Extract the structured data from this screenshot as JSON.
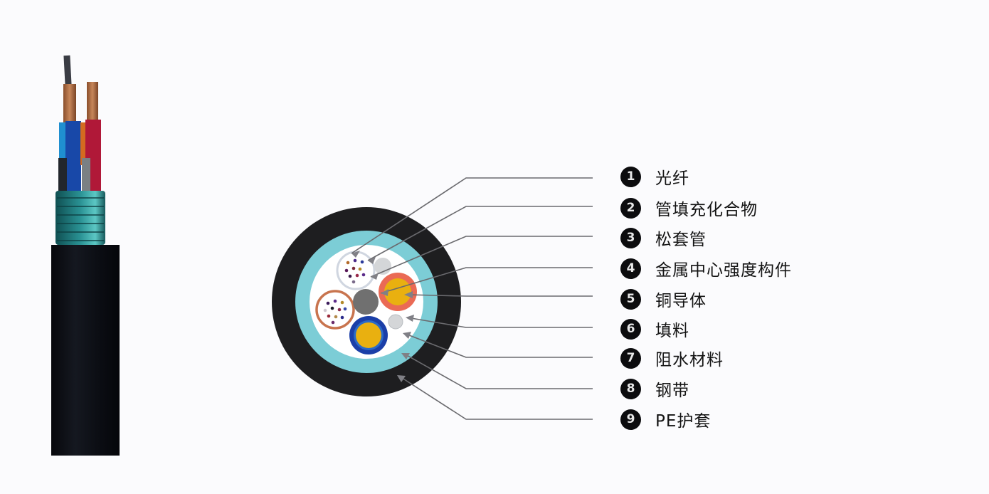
{
  "diagram": {
    "type": "cable cross-section with callouts",
    "legend": [
      {
        "number": "1",
        "label": "光纤"
      },
      {
        "number": "2",
        "label": "管填充化合物"
      },
      {
        "number": "3",
        "label": "松套管"
      },
      {
        "number": "4",
        "label": "金属中心强度构件"
      },
      {
        "number": "5",
        "label": "铜导体"
      },
      {
        "number": "6",
        "label": "填料"
      },
      {
        "number": "7",
        "label": "阻水材料"
      },
      {
        "number": "8",
        "label": "钢带"
      },
      {
        "number": "9",
        "label": "PE护套"
      }
    ],
    "colors": {
      "background": "#fbfbfd",
      "pe_sheath": "#1e1e20",
      "steel_tape": "#7ccdd6",
      "water_blocking": "#ffffff",
      "loose_tube_white": "#d8dde6",
      "loose_tube_orange": "#c8744e",
      "central_member": "#707070",
      "copper_red_insulation": "#ea6a55",
      "copper_blue_insulation": "#1b3fa8",
      "copper_conductor": "#e9b010",
      "filler": "#d4d6d8",
      "leader_line": "#6a6a6e",
      "badge": "#0c0c0e"
    }
  }
}
